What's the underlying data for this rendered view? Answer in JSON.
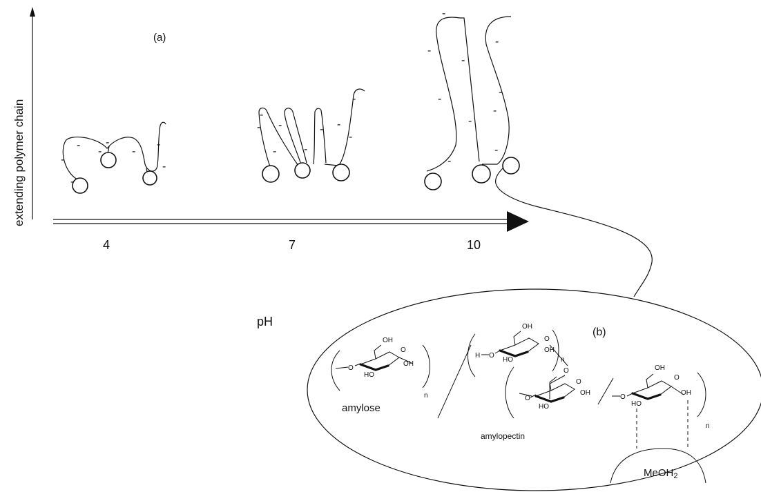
{
  "labels": {
    "panel_a": "(a)",
    "panel_b": "(b)",
    "y_axis": "extending polymer chain",
    "x_axis": "pH",
    "ph_values": [
      "4",
      "7",
      "10"
    ],
    "charge": "-"
  },
  "chem": {
    "amylose": "amylose",
    "amylopectin": "amylopectin",
    "meoh": "MeOH",
    "meoh_sub": "2",
    "oh": "OH",
    "ho": "HO",
    "o": "O",
    "h": "H",
    "n": "n"
  }
}
